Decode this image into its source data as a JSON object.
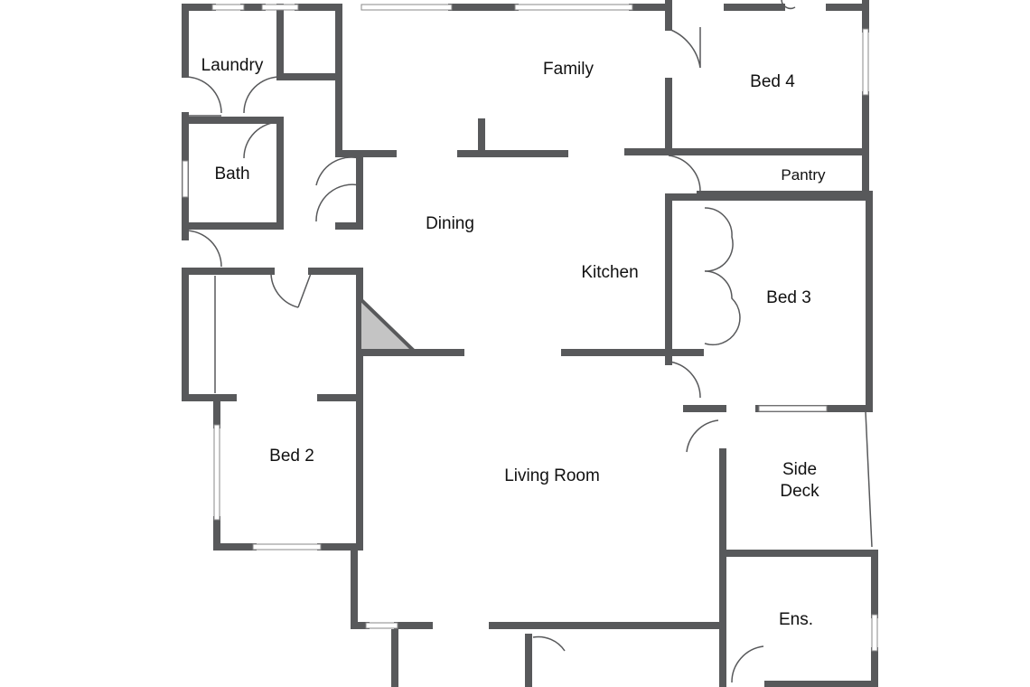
{
  "rooms": {
    "laundry": "Laundry",
    "family": "Family",
    "bed4": "Bed 4",
    "bath": "Bath",
    "pantry": "Pantry",
    "dining": "Dining",
    "kitchen": "Kitchen",
    "bed3": "Bed 3",
    "bed2": "Bed 2",
    "living": "Living Room",
    "side_deck_1": "Side",
    "side_deck_2": "Deck",
    "ensuite": "Ens."
  },
  "colors": {
    "wall": "#58595b",
    "fill": "#c4c4c4"
  }
}
